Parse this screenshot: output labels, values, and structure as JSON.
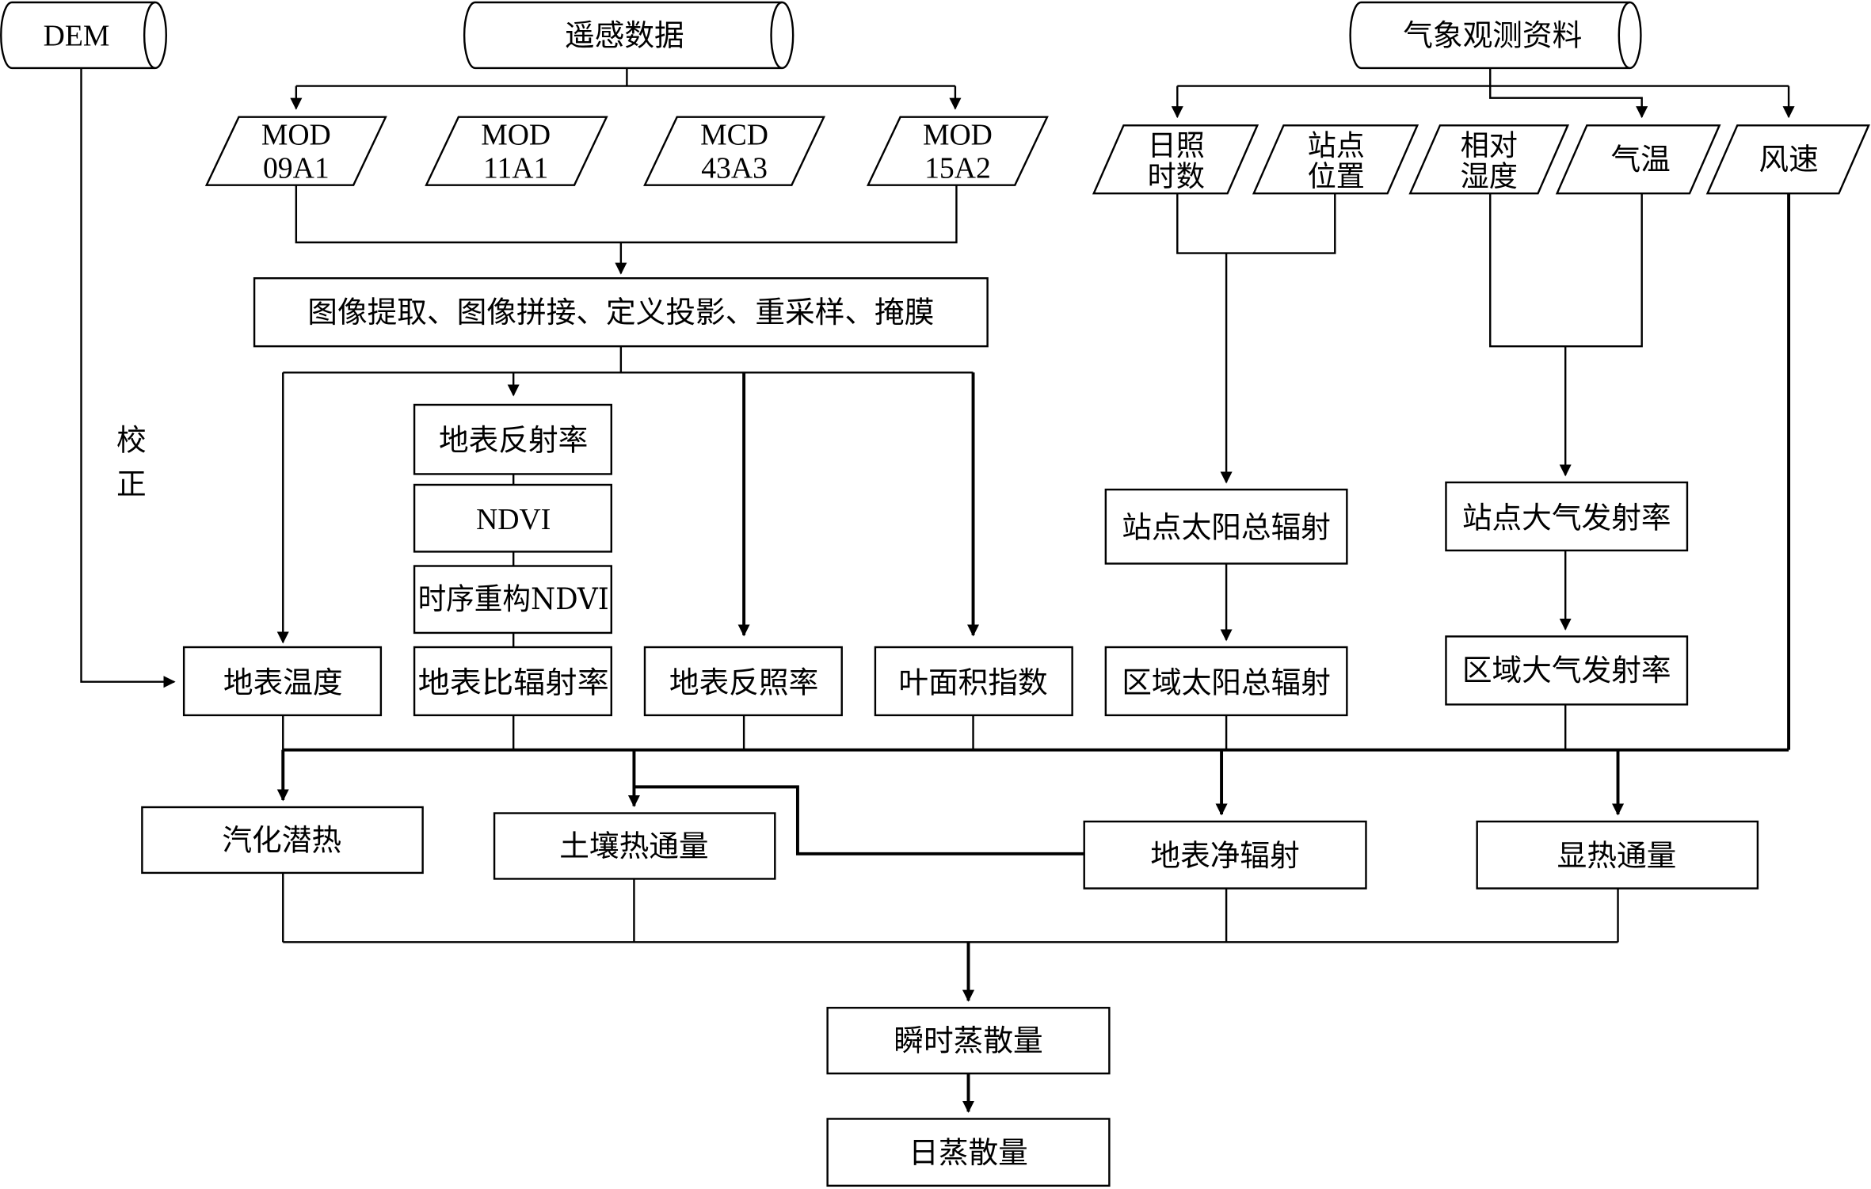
{
  "sources": {
    "dem": "DEM",
    "remote_sensing": "遥感数据",
    "meteorological": "气象观测资料"
  },
  "products": {
    "mod09a1": [
      "MOD",
      "09A1"
    ],
    "mod11a1": [
      "MOD",
      "11A1"
    ],
    "mcd43a3": [
      "MCD",
      "43A3"
    ],
    "mod15a2": [
      "MOD",
      "15A2"
    ]
  },
  "met_items": {
    "sunshine_hours": [
      "日照",
      "时数"
    ],
    "station_location": [
      "站点",
      "位置"
    ],
    "relative_humidity": [
      "相对",
      "湿度"
    ],
    "air_temperature": "气温",
    "wind_speed": "风速"
  },
  "preprocessing": "图像提取、图像拼接、定义投影、重采样、掩膜",
  "correction_label": [
    "校",
    "正"
  ],
  "intermediate": {
    "surface_reflectance": "地表反射率",
    "ndvi": "NDVI",
    "ndvi_reconstructed": "时序重构NDVI",
    "surface_emissivity": "地表比辐射率",
    "surface_temperature": "地表温度",
    "surface_albedo": "地表反照率",
    "lai": "叶面积指数",
    "station_solar_radiation": "站点太阳总辐射",
    "regional_solar_radiation": "区域太阳总辐射",
    "station_atm_emissivity": "站点大气发射率",
    "regional_atm_emissivity": "区域大气发射率"
  },
  "fluxes": {
    "latent_heat": "汽化潜热",
    "soil_heat_flux": "土壤热通量",
    "net_radiation": "地表净辐射",
    "sensible_heat": "显热通量"
  },
  "outputs": {
    "instantaneous_et": "瞬时蒸散量",
    "daily_et": "日蒸散量"
  }
}
